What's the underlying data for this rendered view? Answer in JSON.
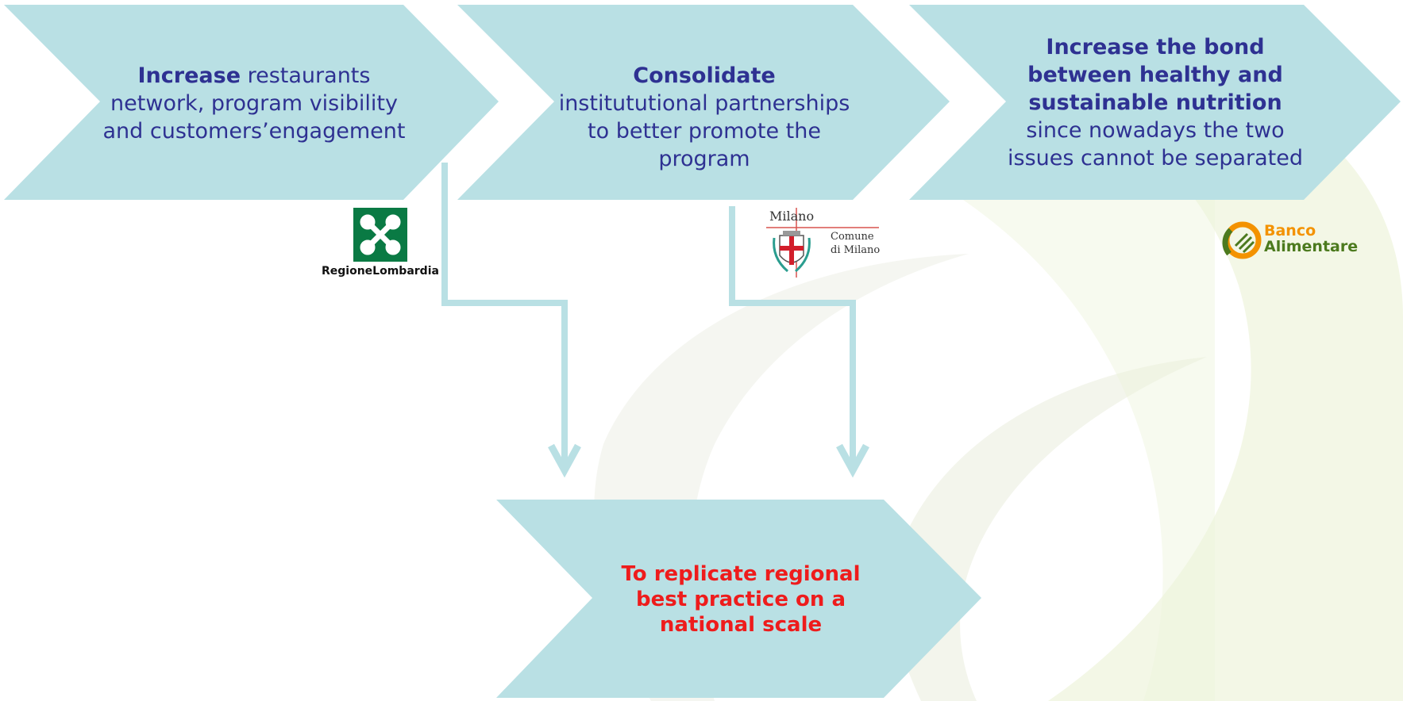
{
  "steps": [
    {
      "bold": "Increase",
      "rest": " restaurants network, program visibility and customers’engagement"
    },
    {
      "bold": "Consolidate",
      "rest": " institututional partnerships to  better promote the program"
    },
    {
      "bold": "Increase the bond between healthy and sustainable nutrition",
      "rest": " since nowadays the two issues cannot be separated"
    }
  ],
  "goal": {
    "text": "To replicate regional best practice on a national scale"
  },
  "logos": {
    "regione": {
      "name": "RegioneLombardia"
    },
    "milano": {
      "top": "Milano",
      "line1": "Comune",
      "line2": "di Milano"
    },
    "banco": {
      "line1": "Banco",
      "line2": "Alimentare"
    }
  },
  "colors": {
    "chevron_fill": "#b9e0e4",
    "text_blue": "#2e3192",
    "goal_red": "#ee1c1c",
    "regione_green": "#0a7a44",
    "banco_orange": "#f39200",
    "banco_green": "#4c7a1e"
  }
}
